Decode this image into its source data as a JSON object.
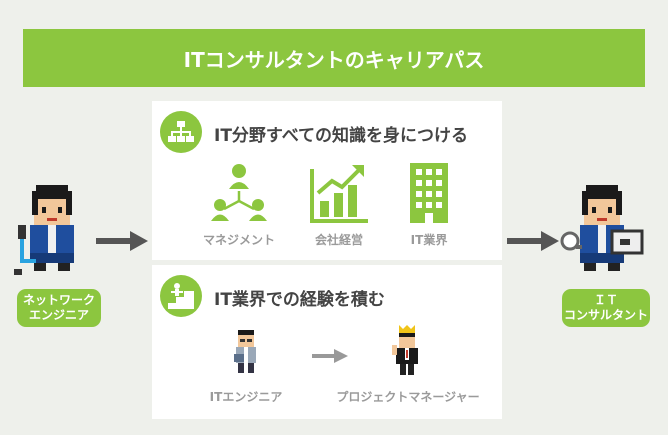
{
  "banner": {
    "title": "ITコンサルタントのキャリアパス"
  },
  "panel1": {
    "heading": "IT分野すべての知識を身につける",
    "items": [
      {
        "label": "マネジメント",
        "icon": "team-hierarchy-icon"
      },
      {
        "label": "会社経営",
        "icon": "growth-chart-icon"
      },
      {
        "label": "IT業界",
        "icon": "building-icon"
      }
    ]
  },
  "panel2": {
    "heading": "IT業界での経験を積む",
    "from": "ITエンジニア",
    "to": "プロジェクトマネージャー"
  },
  "left": {
    "line1": "ネットワーク",
    "line2": "エンジニア"
  },
  "right": {
    "line1": "ＩＴ",
    "line2": "コンサルタント"
  },
  "colors": {
    "accent": "#8cc63f",
    "arrow": "#555555",
    "background": "#eef0eb",
    "label": "#9a9a9a"
  }
}
